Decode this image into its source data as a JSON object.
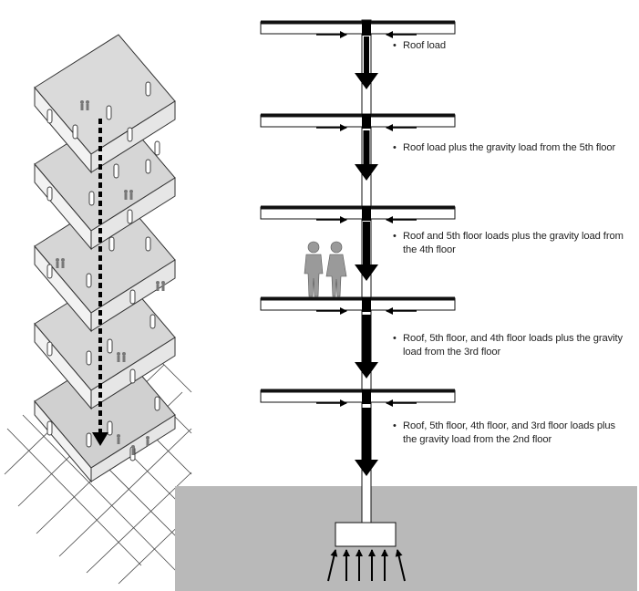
{
  "labels": {
    "roof": "Roof load",
    "fifth": "Roof load plus the gravity load from the 5th floor",
    "fourth": "Roof and 5th floor loads plus the gravity load from the 4th floor",
    "third": "Roof, 5th floor, and 4th floor loads plus the gravity load from the 3rd floor",
    "second": "Roof, 5th floor, 4th floor, and 3rd floor loads plus the gravity load from the 2nd floor"
  },
  "bullet": "•",
  "colors": {
    "ground": "#b9b9b9",
    "slab_line": "#111111",
    "arrow": "#000000",
    "floor_plate": "#d4d4d4",
    "people": "#999999"
  },
  "icons": [
    "down-arrow-icon",
    "right-arrow-icon",
    "left-arrow-icon",
    "up-arrow-icon",
    "person-icon"
  ]
}
